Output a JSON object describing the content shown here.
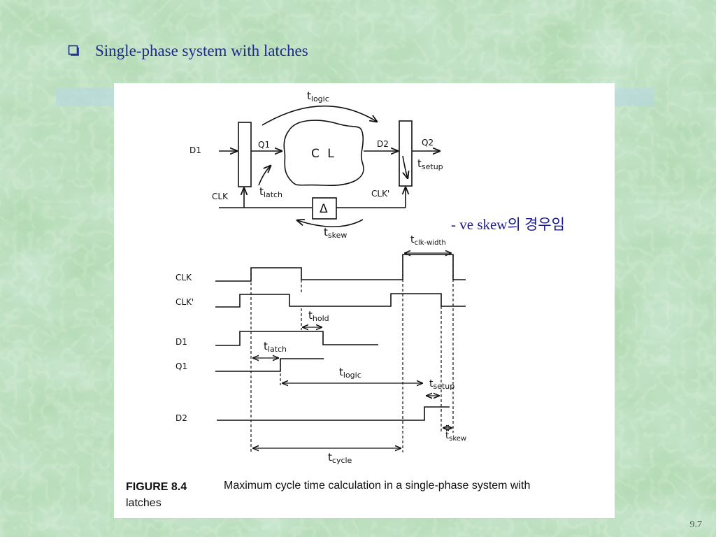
{
  "slide": {
    "title": "Single-phase system with latches",
    "note": "- ve skew의 경우임",
    "page_number": "9.7"
  },
  "figure": {
    "block": {
      "input_D1": "D1",
      "Q1": "Q1",
      "cl_block": "C L",
      "D2": "D2",
      "Q2": "Q2",
      "clk": "CLK",
      "clk_prime": "CLK'",
      "delta": "Δ",
      "t_logic": {
        "t": "t",
        "sub": "logic"
      },
      "t_latch": {
        "t": "t",
        "sub": "latch"
      },
      "t_setup": {
        "t": "t",
        "sub": "setup"
      },
      "t_skew": {
        "t": "t",
        "sub": "skew"
      }
    },
    "timing": {
      "signals": [
        "CLK",
        "CLK'",
        "D1",
        "Q1",
        "D2"
      ],
      "t_clk_width": {
        "t": "t",
        "sub": "clk-width"
      },
      "t_hold": {
        "t": "t",
        "sub": "hold"
      },
      "t_latch": {
        "t": "t",
        "sub": "latch"
      },
      "t_logic": {
        "t": "t",
        "sub": "logic"
      },
      "t_setup": {
        "t": "t",
        "sub": "setup"
      },
      "t_skew": {
        "t": "t",
        "sub": "skew"
      },
      "t_cycle": {
        "t": "t",
        "sub": "cycle"
      }
    },
    "caption": {
      "label": "FIGURE 8.4",
      "text_line1": "Maximum cycle time calculation in a single-phase system with",
      "text_line2": "latches"
    }
  }
}
